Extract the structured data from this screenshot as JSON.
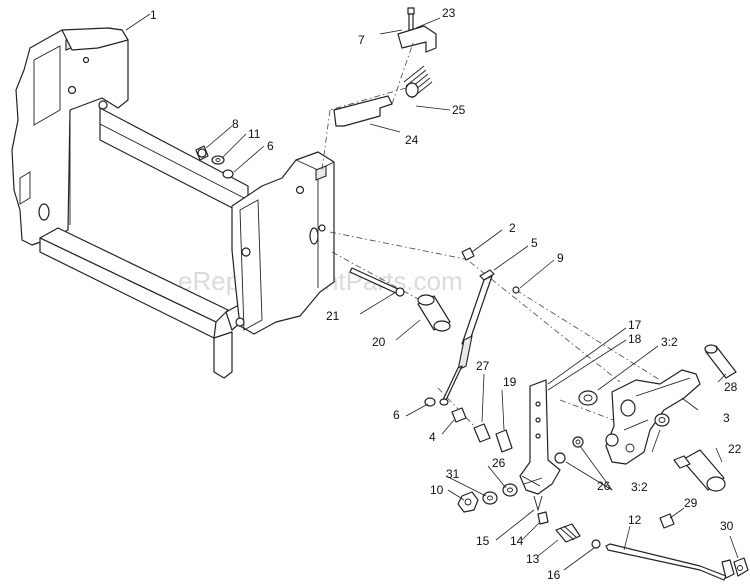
{
  "watermark": "eReplacementParts.com",
  "callouts": [
    {
      "id": "c1",
      "label": "1"
    },
    {
      "id": "c2",
      "label": "2"
    },
    {
      "id": "c3",
      "label": "3"
    },
    {
      "id": "c3b",
      "label": "3:2"
    },
    {
      "id": "c3c",
      "label": "3:2"
    },
    {
      "id": "c4",
      "label": "4"
    },
    {
      "id": "c5",
      "label": "5"
    },
    {
      "id": "c6a",
      "label": "6"
    },
    {
      "id": "c6b",
      "label": "6"
    },
    {
      "id": "c7",
      "label": "7"
    },
    {
      "id": "c8",
      "label": "8"
    },
    {
      "id": "c9",
      "label": "9"
    },
    {
      "id": "c10",
      "label": "10"
    },
    {
      "id": "c11",
      "label": "11"
    },
    {
      "id": "c12",
      "label": "12"
    },
    {
      "id": "c13",
      "label": "13"
    },
    {
      "id": "c14",
      "label": "14"
    },
    {
      "id": "c15",
      "label": "15"
    },
    {
      "id": "c16",
      "label": "16"
    },
    {
      "id": "c17",
      "label": "17"
    },
    {
      "id": "c18",
      "label": "18"
    },
    {
      "id": "c19",
      "label": "19"
    },
    {
      "id": "c20",
      "label": "20"
    },
    {
      "id": "c21",
      "label": "21"
    },
    {
      "id": "c22",
      "label": "22"
    },
    {
      "id": "c23",
      "label": "23"
    },
    {
      "id": "c24",
      "label": "24"
    },
    {
      "id": "c25",
      "label": "25"
    },
    {
      "id": "c26a",
      "label": "26"
    },
    {
      "id": "c26b",
      "label": "26"
    },
    {
      "id": "c27",
      "label": "27"
    },
    {
      "id": "c28",
      "label": "28"
    },
    {
      "id": "c29",
      "label": "29"
    },
    {
      "id": "c30",
      "label": "30"
    },
    {
      "id": "c31",
      "label": "31"
    }
  ]
}
